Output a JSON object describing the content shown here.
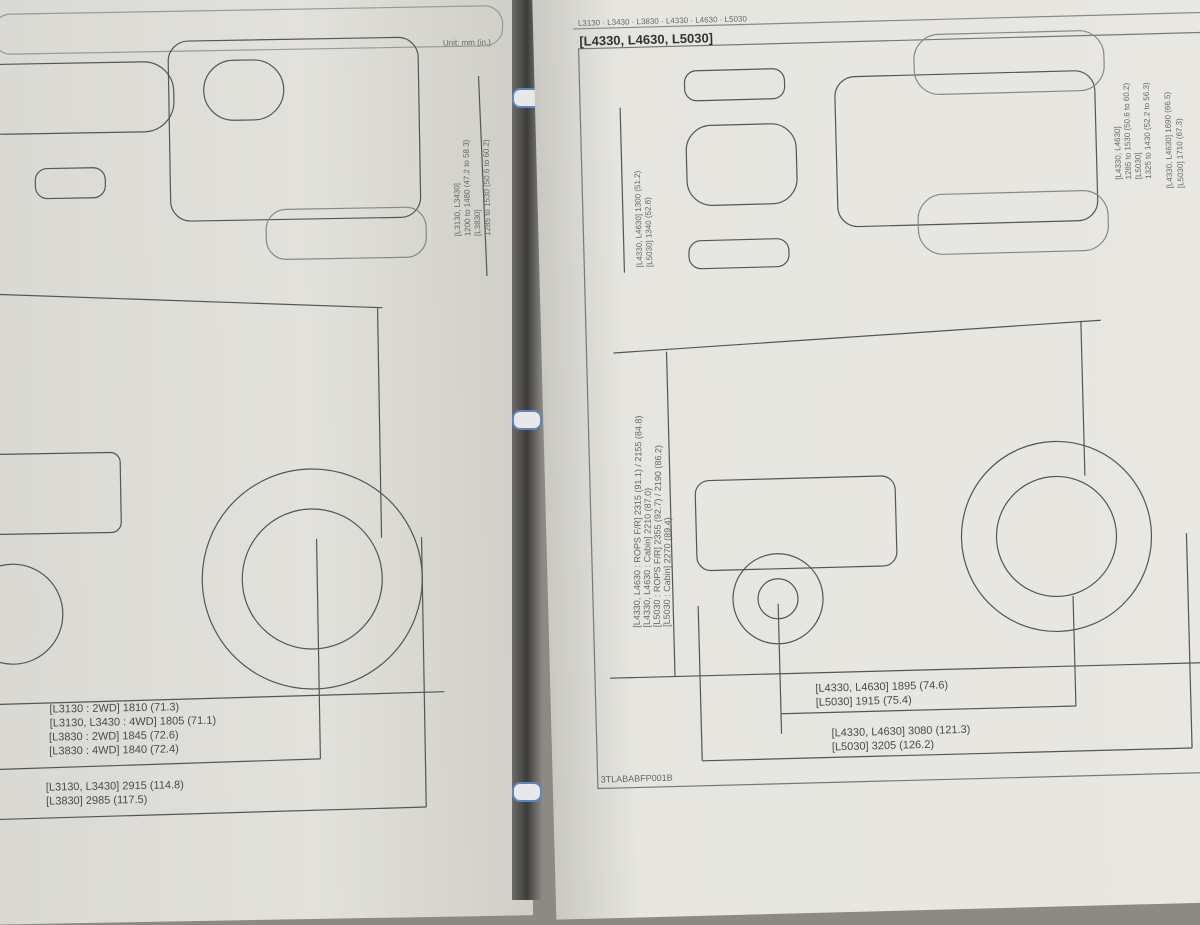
{
  "left_page": {
    "unit_label": "Unit: mm (in.)",
    "tread_labels": [
      "[L3130, L3430]",
      "1200 to 1480 (47.2 to 58.3)",
      "[L3830]",
      "1285 to 1530 (50.6 to 60.2)"
    ],
    "wheelbase_lines": [
      "[L3130 : 2WD] 1810 (71.3)",
      "[L3130, L3430 : 4WD] 1805 (71.1)",
      "[L3830 : 2WD] 1845 (72.6)",
      "[L3830 : 4WD] 1840 (72.4)"
    ],
    "length_lines": [
      "[L3130, L3430] 2915 (114.8)",
      "[L3830] 2985 (117.5)"
    ]
  },
  "right_page": {
    "running_header": "L3130 · L3430 · L3830 · L4330 · L4630 · L5030",
    "section_title": "[L4330, L4630, L5030]",
    "front_tread_lines": [
      "[L4330, L4630] 1300 (51.2)",
      "[L5030] 1340 (52.8)"
    ],
    "rear_tread_lines": [
      "[L4330, L4630]",
      "1285 to 1530 (50.6 to 60.2)",
      "[L5030]",
      "1325 to 1430 (52.2 to 56.3)"
    ],
    "width_lines": [
      "[L4330, L4630] 1690 (66.5)",
      "[L5030] 1710 (67.3)"
    ],
    "height_lines": [
      "[L4330, L4630 : ROPS F/R] 2315 (91.1) / 2155 (84.8)",
      "[L4330, L4630 : Cabin] 2210 (87.0)",
      "[L5030 : ROPS F/R] 2355 (92.7) / 2190 (86.2)",
      "[L5030 : Cabin] 2270 (89.4)"
    ],
    "wheelbase_lines": [
      "[L4330, L4630] 1895 (74.6)",
      "[L5030] 1915 (75.4)"
    ],
    "length_lines": [
      "[L4330, L4630] 3080 (121.3)",
      "[L5030] 3205 (126.2)"
    ],
    "figure_code": "3TLABABFP001B"
  }
}
